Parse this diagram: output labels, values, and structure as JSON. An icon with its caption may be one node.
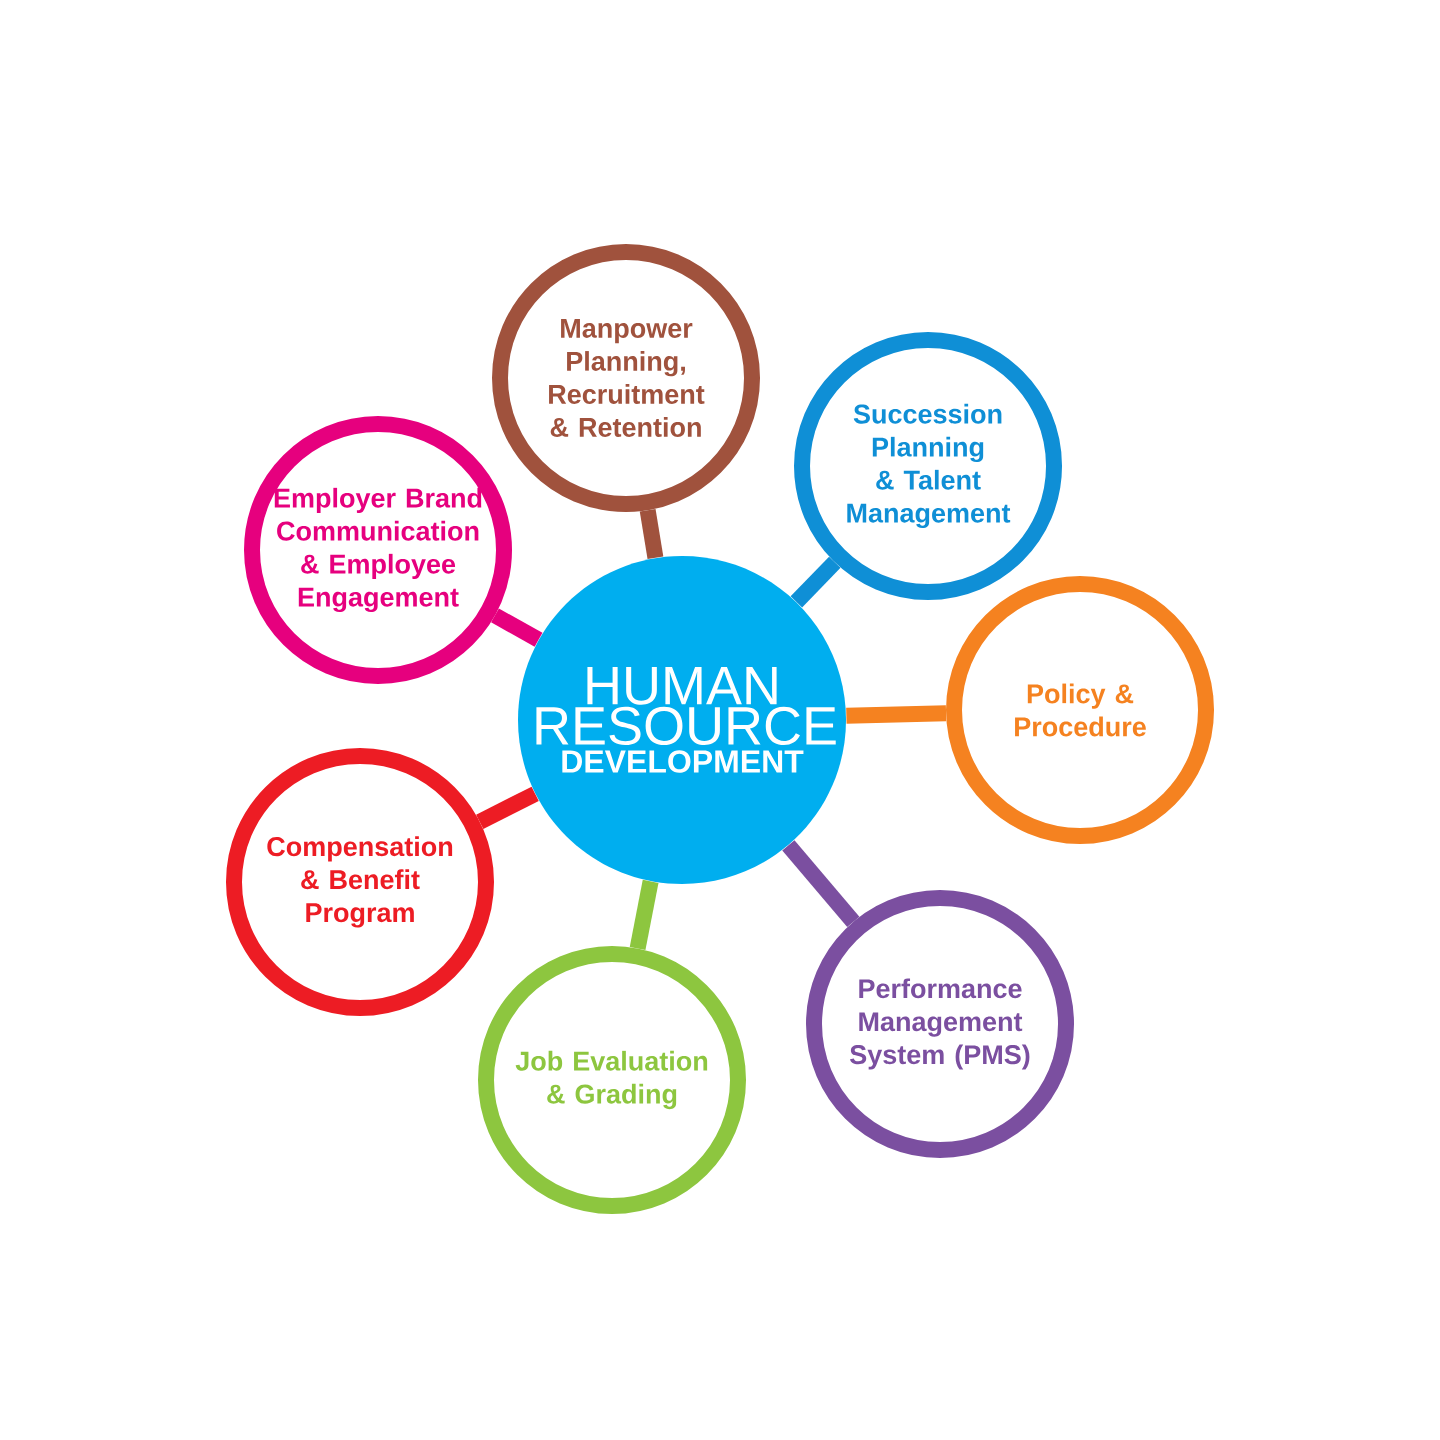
{
  "diagram": {
    "nodes": [
      {
        "text": [
          "HUMAN RESOURCE",
          "DEVELOPMENT"
        ]
      },
      {
        "text": [
          "Manpower Planning, Recruitment & Retention"
        ]
      },
      {
        "text": [
          "Succession Planning & Talent Management"
        ]
      },
      {
        "text": [
          "Policy & Procedure"
        ]
      },
      {
        "text": [
          "Performance Management System (PMS)"
        ]
      },
      {
        "text": [
          "Job Evaluation & Grading"
        ]
      },
      {
        "text": [
          "Compensation & Benefit Program"
        ]
      },
      {
        "text": [
          "Employer Brand Communication & Employee Engagement"
        ]
      }
    ],
    "edges": [
      {
        "from": 0,
        "to": 1,
        "arrow": "none",
        "color": "#a0523d"
      },
      {
        "from": 0,
        "to": 2,
        "arrow": "none",
        "color": "#0f8fd6"
      },
      {
        "from": 0,
        "to": 3,
        "arrow": "none",
        "color": "#f58220"
      },
      {
        "from": 0,
        "to": 4,
        "arrow": "none",
        "color": "#7b4fa0"
      },
      {
        "from": 0,
        "to": 5,
        "arrow": "none",
        "color": "#8dc63f"
      },
      {
        "from": 0,
        "to": 6,
        "arrow": "none",
        "color": "#ed1c24"
      },
      {
        "from": 0,
        "to": 7,
        "arrow": "none",
        "color": "#e6007e"
      }
    ]
  }
}
